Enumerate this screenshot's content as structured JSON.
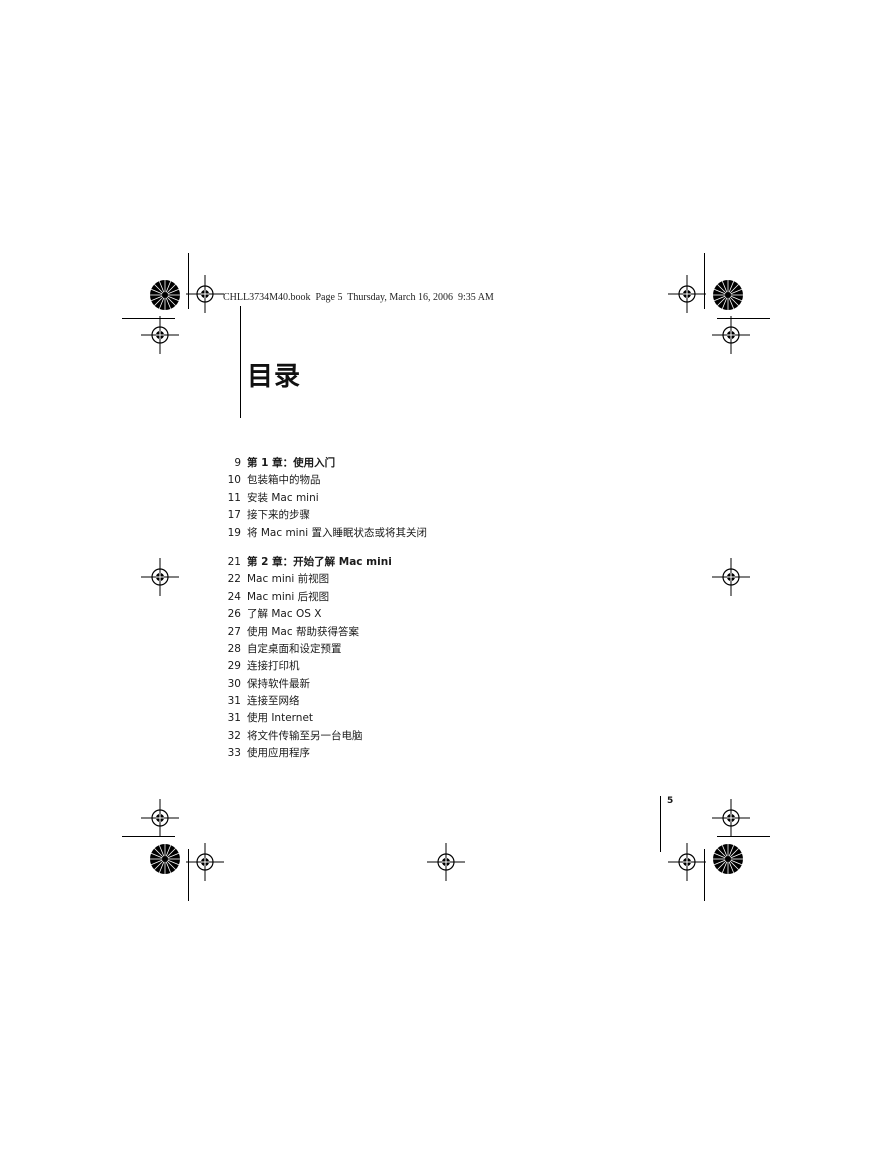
{
  "header": {
    "slug": "CHLL3734M40.book  Page 5  Thursday, March 16, 2006  9:35 AM"
  },
  "title": "目录",
  "toc": [
    {
      "chapter": {
        "page": "9",
        "text": "第 1 章：使用入门"
      },
      "entries": [
        {
          "page": "10",
          "text": "包装箱中的物品"
        },
        {
          "page": "11",
          "text": "安装 Mac mini"
        },
        {
          "page": "17",
          "text": "接下来的步骤"
        },
        {
          "page": "19",
          "text": "将 Mac mini 置入睡眠状态或将其关闭"
        }
      ]
    },
    {
      "chapter": {
        "page": "21",
        "text": "第 2 章：开始了解 Mac mini"
      },
      "entries": [
        {
          "page": "22",
          "text": "Mac mini 前视图"
        },
        {
          "page": "24",
          "text": "Mac mini 后视图"
        },
        {
          "page": "26",
          "text": "了解 Mac OS X"
        },
        {
          "page": "27",
          "text": "使用 Mac 帮助获得答案"
        },
        {
          "page": "28",
          "text": "自定桌面和设定预置"
        },
        {
          "page": "29",
          "text": "连接打印机"
        },
        {
          "page": "30",
          "text": "保持软件最新"
        },
        {
          "page": "31",
          "text": "连接至网络"
        },
        {
          "page": "31",
          "text": "使用 Internet"
        },
        {
          "page": "32",
          "text": "将文件传输至另一台电脑"
        },
        {
          "page": "33",
          "text": "使用应用程序"
        }
      ]
    }
  ],
  "footer": {
    "page_number": "5"
  }
}
